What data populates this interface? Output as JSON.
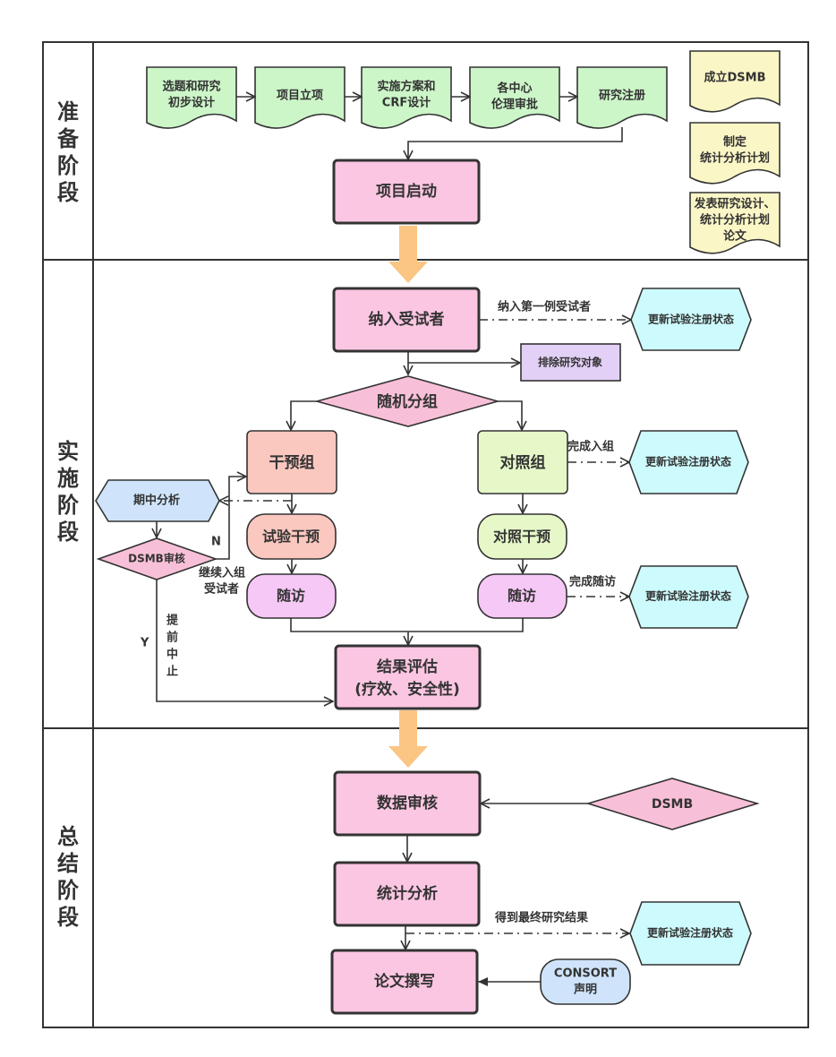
{
  "colors": {
    "doc_green": "#ccf5c8",
    "doc_yellow": "#fbf6c6",
    "process_pink": "#fbc6e2",
    "decision_pink": "#f8c0d8",
    "intervention_salmon": "#fbc8c0",
    "control_green": "#e6f8c8",
    "followup_violet": "#f6c8f6",
    "hexagon_cyan": "#cdfafc",
    "hexagon_blue": "#cfe4fa",
    "exclude_purple": "#e2d0f6",
    "consort_blue": "#cfe4fa",
    "phase_arrow": "#fbc584",
    "stroke": "#333333"
  },
  "lanes": [
    {
      "id": "prep",
      "label": [
        "准",
        "备",
        "阶",
        "段"
      ]
    },
    {
      "id": "impl",
      "label": [
        "实",
        "施",
        "阶",
        "段"
      ]
    },
    {
      "id": "summary",
      "label": [
        "总",
        "结",
        "阶",
        "段"
      ]
    }
  ],
  "prep": {
    "docs": [
      {
        "lines": [
          "选题和研究",
          "初步设计"
        ]
      },
      {
        "lines": [
          "项目立项"
        ]
      },
      {
        "lines": [
          "实施方案和",
          "CRF设计"
        ]
      },
      {
        "lines": [
          "各中心",
          "伦理审批"
        ]
      },
      {
        "lines": [
          "研究注册"
        ]
      }
    ],
    "side_docs": [
      {
        "lines": [
          "成立DSMB"
        ]
      },
      {
        "lines": [
          "制定",
          "统计分析计划"
        ]
      },
      {
        "lines": [
          "发表研究设计、",
          "统计分析计划",
          "论文"
        ]
      }
    ],
    "kickoff": {
      "lines": [
        "项目启动"
      ]
    }
  },
  "impl": {
    "enroll": {
      "lines": [
        "纳入受试者"
      ]
    },
    "enroll_edge_label": "纳入第一例受试者",
    "update_status": "更新试验注册状态",
    "exclude": "排除研究对象",
    "randomize": "随机分组",
    "intervention_group": "干预组",
    "control_group": "对照组",
    "complete_enrollment_label": "完成入组",
    "trial_intervention": "试验干预",
    "control_intervention": "对照干预",
    "followup": "随访",
    "complete_followup_label": "完成随访",
    "interim_analysis": "期中分析",
    "dsmb_review": "DSMB审核",
    "no_label": "N",
    "yes_label": "Y",
    "continue_label": [
      "继续入组",
      "受试者"
    ],
    "early_stop_label": [
      "提",
      "前",
      "中",
      "止"
    ],
    "outcome": {
      "lines": [
        "结果评估",
        "(疗效、安全性)"
      ]
    }
  },
  "summary": {
    "data_review": "数据审核",
    "dsmb": "DSMB",
    "stat_analysis": "统计分析",
    "final_result_label": "得到最终研究结果",
    "paper_writing": "论文撰写",
    "consort": [
      "CONSORT",
      "声明"
    ]
  }
}
